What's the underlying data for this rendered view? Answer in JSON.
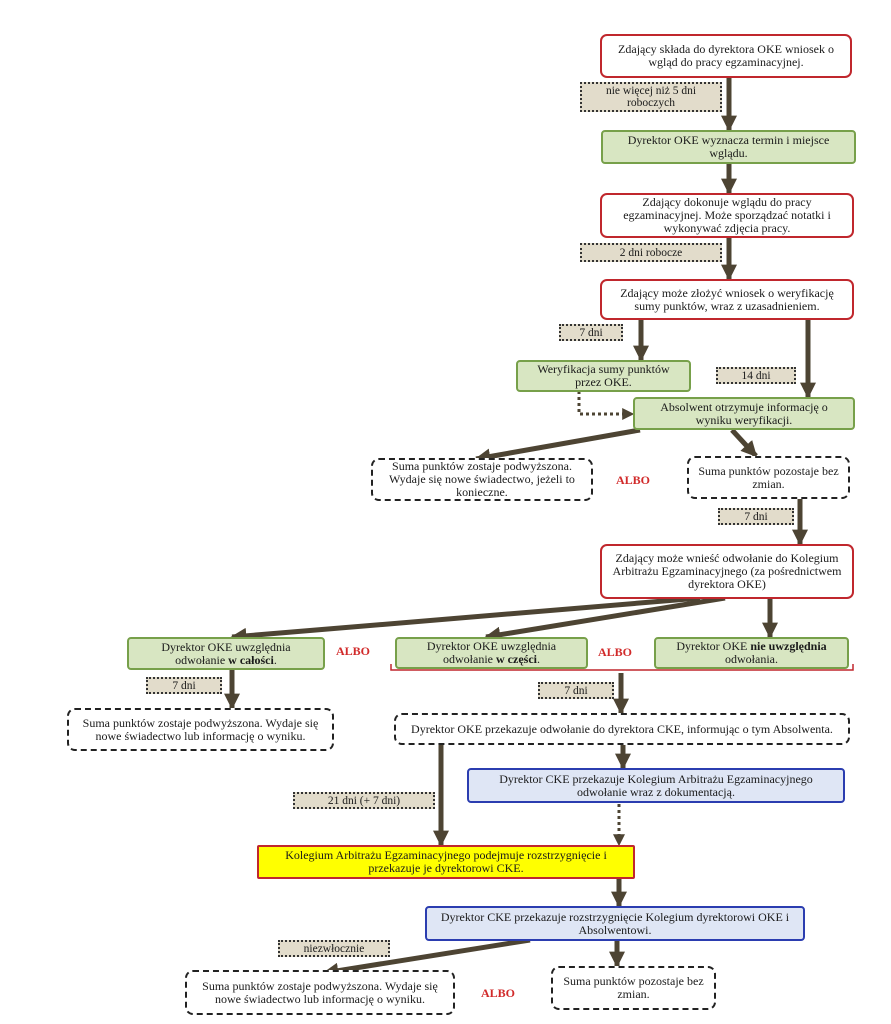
{
  "nodes": {
    "n1": "Zdający składa do dyrektora OKE wniosek o wgląd do pracy egzaminacyjnej.",
    "n2": "Dyrektor OKE wyznacza termin i miejsce wglądu.",
    "n3": "Zdający dokonuje wglądu do pracy egzaminacyjnej. Może sporządzać notatki i wykonywać zdjęcia pracy.",
    "n4": "Zdający może złożyć wniosek o weryfikację sumy punktów, wraz z uzasadnieniem.",
    "n5": "Weryfikacja sumy punktów przez OKE.",
    "n6": "Absolwent otrzymuje informację o wyniku weryfikacji.",
    "n7": "Suma punktów zostaje podwyższona. Wydaje się nowe świadectwo, jeżeli to konieczne.",
    "n8": "Suma punktów pozostaje bez zmian.",
    "n9": "Zdający może wnieść odwołanie do Kolegium Arbitrażu Egzaminacyjnego (za pośrednictwem dyrektora OKE)",
    "n10_pre": "Dyrektor OKE uwzględnia odwołanie ",
    "n10_bold": "w całości",
    "n10_post": ".",
    "n11_pre": "Dyrektor OKE uwzględnia odwołanie ",
    "n11_bold": "w części",
    "n11_post": ".",
    "n12_pre": "Dyrektor OKE ",
    "n12_bold": "nie uwzględnia",
    "n12_post": " odwołania.",
    "n13": "Suma punktów zostaje podwyższona. Wydaje się nowe świadectwo lub informację o wyniku.",
    "n14": "Dyrektor OKE przekazuje odwołanie do dyrektora CKE, informując o tym Absolwenta.",
    "n15": "Dyrektor CKE przekazuje Kolegium Arbitrażu Egzaminacyjnego odwołanie wraz z dokumentacją.",
    "n16": "Kolegium Arbitrażu Egzaminacyjnego podejmuje rozstrzygnięcie i przekazuje je dyrektorowi CKE.",
    "n17": "Dyrektor CKE przekazuje rozstrzygnięcie Kolegium dyrektorowi OKE i Absolwentowi.",
    "n18": "Suma punktów zostaje podwyższona. Wydaje się nowe świadectwo lub informację o wyniku.",
    "n19": "Suma punktów pozostaje bez zmian."
  },
  "tags": {
    "t1": "nie więcej niż 5 dni roboczych",
    "t2": "2 dni robocze",
    "t3": "7 dni",
    "t4": "14 dni",
    "t5": "7 dni",
    "t6": "7 dni",
    "t7": "7 dni",
    "t8": "21 dni (+ 7 dni)",
    "t9": "niezwłocznie"
  },
  "connector": "ALBO",
  "colors": {
    "red_border": "#c0272d",
    "green_fill": "#d8e6c2",
    "green_border": "#77a04a",
    "blue_fill": "#dfe6f5",
    "blue_border": "#2b3db0",
    "yellow_fill": "#ffff00",
    "tag_fill": "#e2dccb",
    "arrow": "#4d4433",
    "albo_text": "#d12a2a"
  }
}
